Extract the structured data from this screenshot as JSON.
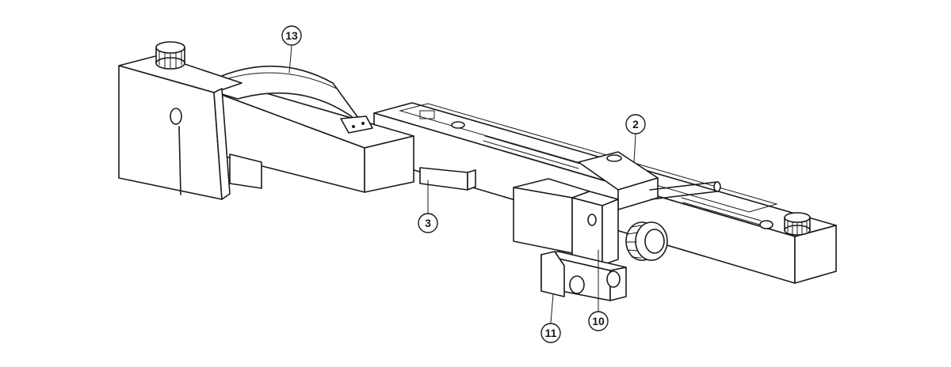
{
  "callouts": [
    {
      "id": "c13",
      "label": "13"
    },
    {
      "id": "c2",
      "label": "2"
    },
    {
      "id": "c3",
      "label": "3"
    },
    {
      "id": "c11",
      "label": "11"
    },
    {
      "id": "c10",
      "label": "10"
    }
  ],
  "colors": {
    "line": "#1a1a1a",
    "background": "#ffffff"
  }
}
